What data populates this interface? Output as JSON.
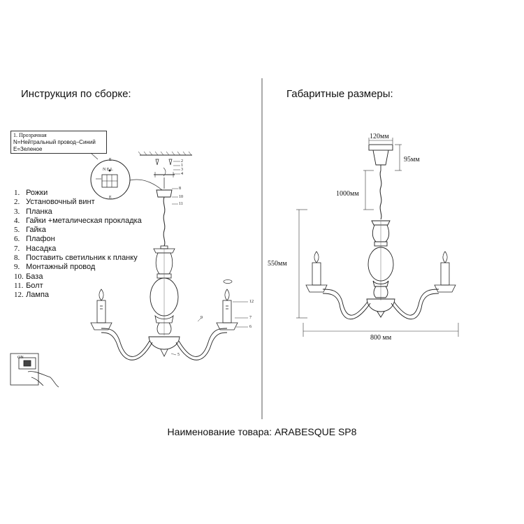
{
  "headings": {
    "assembly": "Инструкция по сборке:",
    "dimensions": "Габаритные размеры:"
  },
  "legend": {
    "line1": "1. Прозрачная",
    "line2": "N=Нейтральный провод–Синий",
    "line3": "E=Зеленое"
  },
  "parts": [
    {
      "num": "1.",
      "label": "Рожки"
    },
    {
      "num": "2.",
      "label": "Установочный винт"
    },
    {
      "num": "3.",
      "label": "Планка"
    },
    {
      "num": "4.",
      "label": "Гайки +металическая прокладка"
    },
    {
      "num": "5.",
      "label": "Гайка"
    },
    {
      "num": "6.",
      "label": "Плафон"
    },
    {
      "num": "7.",
      "label": "Насадка"
    },
    {
      "num": "8.",
      "label": "Поставить светильник к планку"
    },
    {
      "num": "9.",
      "label": "Монтажный провод"
    },
    {
      "num": "10.",
      "label": "База"
    },
    {
      "num": "11.",
      "label": "Болт"
    },
    {
      "num": "12.",
      "label": "Лампа"
    }
  ],
  "callouts": {
    "c1": "1",
    "c2": "2",
    "c3": "3",
    "c4": "4",
    "c5": "5",
    "c6": "6",
    "c7": "7",
    "c8": "8",
    "c9": "9",
    "c10": "10",
    "c11": "11",
    "c12": "12",
    "terminals": "N  E  L",
    "e_top": "E",
    "e_bottom": "E",
    "switch": "ON"
  },
  "dimensions": {
    "canopy_width": "120мм",
    "canopy_height": "95мм",
    "chain_length": "1000мм",
    "body_height": "550мм",
    "total_width": "800 мм"
  },
  "product": "Наименование товара: ARABESQUE SP8"
}
